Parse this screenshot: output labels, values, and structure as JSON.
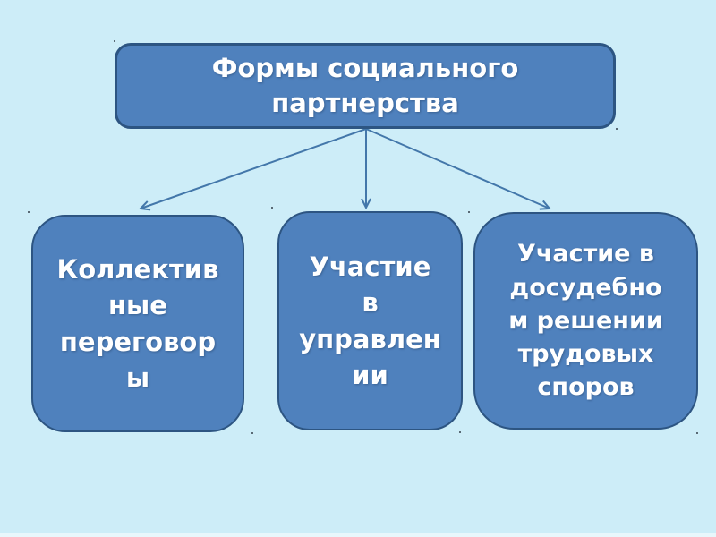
{
  "slide": {
    "title": {
      "text": "Формы социального\nпартнерства"
    },
    "nodes": [
      {
        "id": "collective-negotiations",
        "label": "Коллектив\nные\nпереговор\nы"
      },
      {
        "id": "participation-in-management",
        "label": "Участие\nв\nуправлен\nии"
      },
      {
        "id": "pretrial-labor-disputes",
        "label": "Участие в\nдосудебно\nм решении\nтрудовых\nспоров"
      }
    ],
    "colors": {
      "background": "#cdedf8",
      "node_fill": "#4f81bd",
      "node_border": "#2d5582",
      "arrow": "#4377aa",
      "text": "#ffffff"
    }
  }
}
